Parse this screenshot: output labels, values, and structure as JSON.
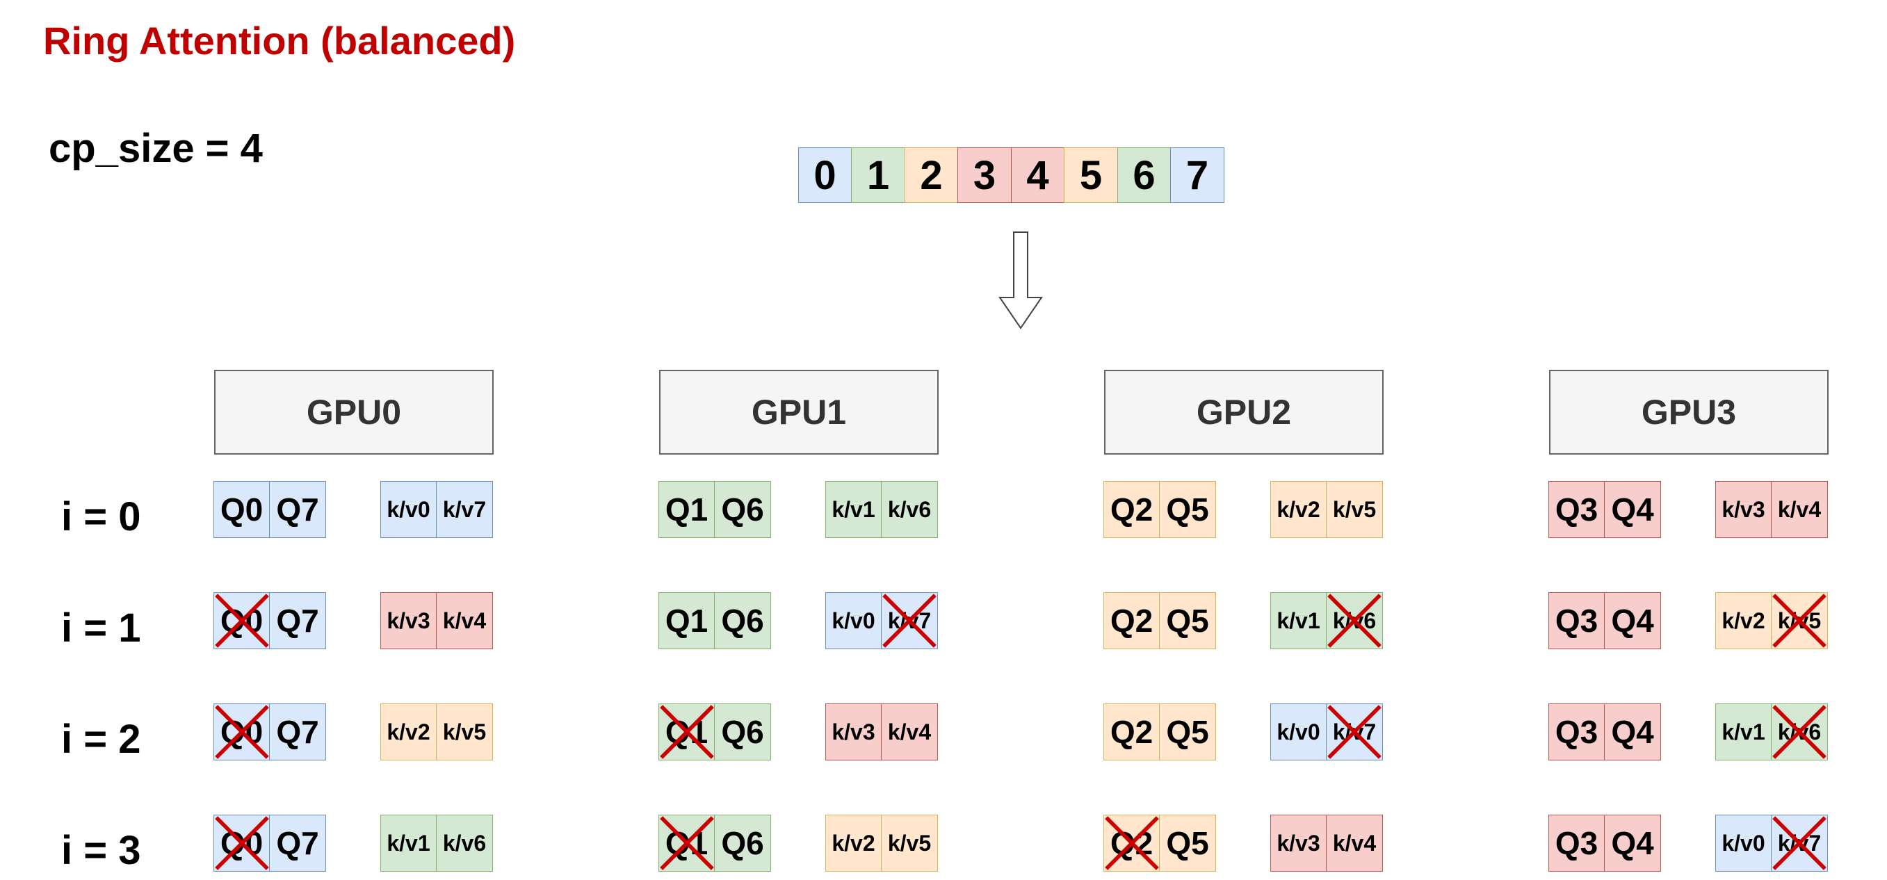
{
  "title": "Ring Attention (balanced)",
  "cp_label": "cp_size = 4",
  "sequence": [
    {
      "label": "0",
      "color": "blue"
    },
    {
      "label": "1",
      "color": "green"
    },
    {
      "label": "2",
      "color": "orange"
    },
    {
      "label": "3",
      "color": "red"
    },
    {
      "label": "4",
      "color": "red"
    },
    {
      "label": "5",
      "color": "orange"
    },
    {
      "label": "6",
      "color": "green"
    },
    {
      "label": "7",
      "color": "blue"
    }
  ],
  "gpus": [
    "GPU0",
    "GPU1",
    "GPU2",
    "GPU3"
  ],
  "row_labels": [
    "i = 0",
    "i = 1",
    "i = 2",
    "i = 3"
  ],
  "colors": {
    "blue": "#dae8fc",
    "green": "#d5e8d4",
    "orange": "#ffe6cc",
    "red": "#f8cecc",
    "cross": "#cc0000",
    "title": "#c00000"
  },
  "grid": [
    [
      {
        "q": [
          {
            "t": "Q0",
            "c": "blue"
          },
          {
            "t": "Q7",
            "c": "blue"
          }
        ],
        "kv": [
          {
            "t": "k/v0",
            "c": "blue"
          },
          {
            "t": "k/v7",
            "c": "blue"
          }
        ]
      },
      {
        "q": [
          {
            "t": "Q1",
            "c": "green"
          },
          {
            "t": "Q6",
            "c": "green"
          }
        ],
        "kv": [
          {
            "t": "k/v1",
            "c": "green"
          },
          {
            "t": "k/v6",
            "c": "green"
          }
        ]
      },
      {
        "q": [
          {
            "t": "Q2",
            "c": "orange"
          },
          {
            "t": "Q5",
            "c": "orange"
          }
        ],
        "kv": [
          {
            "t": "k/v2",
            "c": "orange"
          },
          {
            "t": "k/v5",
            "c": "orange"
          }
        ]
      },
      {
        "q": [
          {
            "t": "Q3",
            "c": "red"
          },
          {
            "t": "Q4",
            "c": "red"
          }
        ],
        "kv": [
          {
            "t": "k/v3",
            "c": "red"
          },
          {
            "t": "k/v4",
            "c": "red"
          }
        ]
      }
    ],
    [
      {
        "q": [
          {
            "t": "Q0",
            "c": "blue",
            "x": true
          },
          {
            "t": "Q7",
            "c": "blue"
          }
        ],
        "kv": [
          {
            "t": "k/v3",
            "c": "red"
          },
          {
            "t": "k/v4",
            "c": "red"
          }
        ]
      },
      {
        "q": [
          {
            "t": "Q1",
            "c": "green"
          },
          {
            "t": "Q6",
            "c": "green"
          }
        ],
        "kv": [
          {
            "t": "k/v0",
            "c": "blue"
          },
          {
            "t": "k/v7",
            "c": "blue",
            "x": true
          }
        ]
      },
      {
        "q": [
          {
            "t": "Q2",
            "c": "orange"
          },
          {
            "t": "Q5",
            "c": "orange"
          }
        ],
        "kv": [
          {
            "t": "k/v1",
            "c": "green"
          },
          {
            "t": "k/v6",
            "c": "green",
            "x": true
          }
        ]
      },
      {
        "q": [
          {
            "t": "Q3",
            "c": "red"
          },
          {
            "t": "Q4",
            "c": "red"
          }
        ],
        "kv": [
          {
            "t": "k/v2",
            "c": "orange"
          },
          {
            "t": "k/v5",
            "c": "orange",
            "x": true
          }
        ]
      }
    ],
    [
      {
        "q": [
          {
            "t": "Q0",
            "c": "blue",
            "x": true
          },
          {
            "t": "Q7",
            "c": "blue"
          }
        ],
        "kv": [
          {
            "t": "k/v2",
            "c": "orange"
          },
          {
            "t": "k/v5",
            "c": "orange"
          }
        ]
      },
      {
        "q": [
          {
            "t": "Q1",
            "c": "green",
            "x": true
          },
          {
            "t": "Q6",
            "c": "green"
          }
        ],
        "kv": [
          {
            "t": "k/v3",
            "c": "red"
          },
          {
            "t": "k/v4",
            "c": "red"
          }
        ]
      },
      {
        "q": [
          {
            "t": "Q2",
            "c": "orange"
          },
          {
            "t": "Q5",
            "c": "orange"
          }
        ],
        "kv": [
          {
            "t": "k/v0",
            "c": "blue"
          },
          {
            "t": "k/v7",
            "c": "blue",
            "x": true
          }
        ]
      },
      {
        "q": [
          {
            "t": "Q3",
            "c": "red"
          },
          {
            "t": "Q4",
            "c": "red"
          }
        ],
        "kv": [
          {
            "t": "k/v1",
            "c": "green"
          },
          {
            "t": "k/v6",
            "c": "green",
            "x": true
          }
        ]
      }
    ],
    [
      {
        "q": [
          {
            "t": "Q0",
            "c": "blue",
            "x": true
          },
          {
            "t": "Q7",
            "c": "blue"
          }
        ],
        "kv": [
          {
            "t": "k/v1",
            "c": "green"
          },
          {
            "t": "k/v6",
            "c": "green"
          }
        ]
      },
      {
        "q": [
          {
            "t": "Q1",
            "c": "green",
            "x": true
          },
          {
            "t": "Q6",
            "c": "green"
          }
        ],
        "kv": [
          {
            "t": "k/v2",
            "c": "orange"
          },
          {
            "t": "k/v5",
            "c": "orange"
          }
        ]
      },
      {
        "q": [
          {
            "t": "Q2",
            "c": "orange",
            "x": true
          },
          {
            "t": "Q5",
            "c": "orange"
          }
        ],
        "kv": [
          {
            "t": "k/v3",
            "c": "red"
          },
          {
            "t": "k/v4",
            "c": "red"
          }
        ]
      },
      {
        "q": [
          {
            "t": "Q3",
            "c": "red"
          },
          {
            "t": "Q4",
            "c": "red"
          }
        ],
        "kv": [
          {
            "t": "k/v0",
            "c": "blue"
          },
          {
            "t": "k/v7",
            "c": "blue",
            "x": true
          }
        ]
      }
    ]
  ]
}
